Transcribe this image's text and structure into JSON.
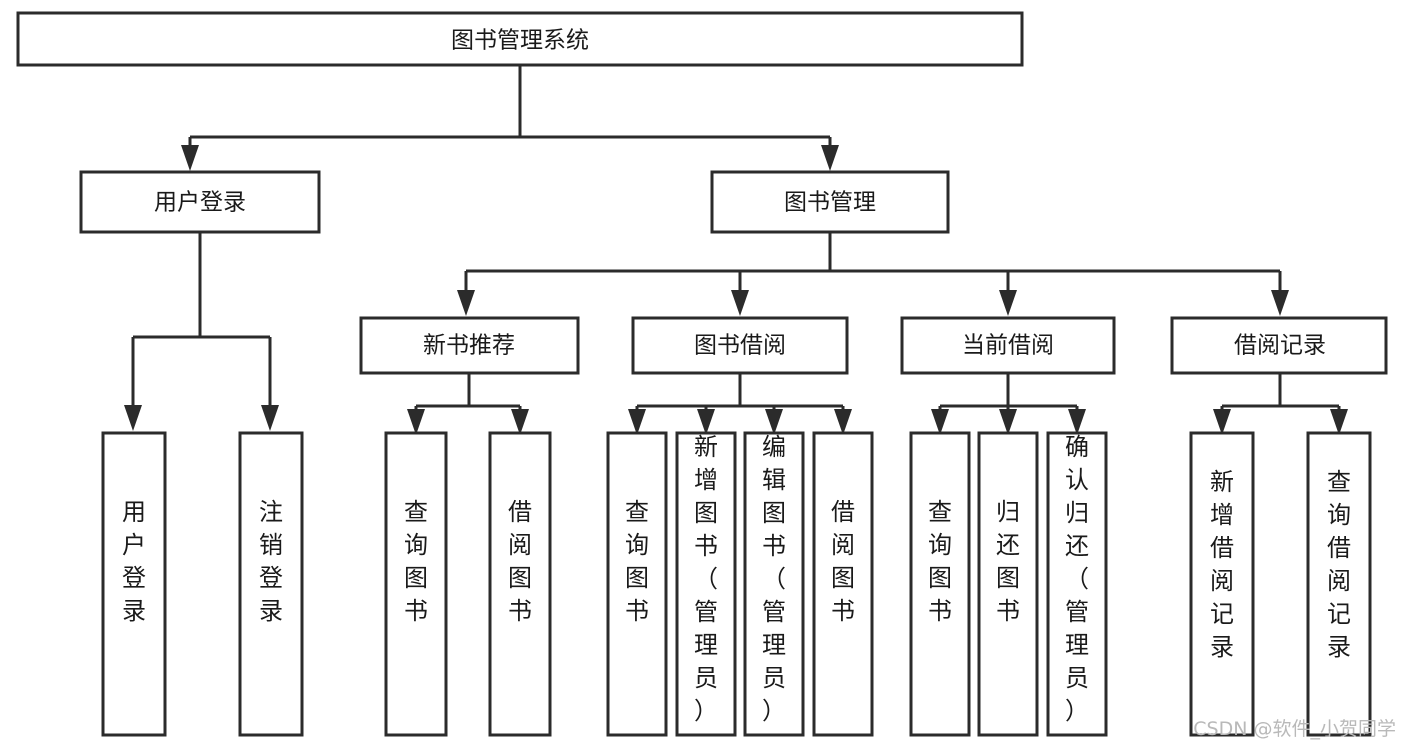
{
  "diagram": {
    "title": "图书管理系统",
    "type": "tree-hierarchy-diagram",
    "colors": {
      "stroke": "#2b2b2b",
      "box_fill": "#ffffff",
      "text": "#1a1a1a",
      "background": "#ffffff",
      "watermark": "#b9b9b9"
    },
    "root": {
      "label": "图书管理系统"
    },
    "level1": [
      {
        "label": "用户登录"
      },
      {
        "label": "图书管理"
      }
    ],
    "level2": [
      {
        "label": "新书推荐"
      },
      {
        "label": "图书借阅"
      },
      {
        "label": "当前借阅"
      },
      {
        "label": "借阅记录"
      }
    ],
    "leaves": {
      "user_login": [
        {
          "label": "用户登录"
        },
        {
          "label": "注销登录"
        }
      ],
      "new_book_recommend": [
        {
          "label": "查询图书"
        },
        {
          "label": "借阅图书"
        }
      ],
      "book_borrow": [
        {
          "label": "查询图书"
        },
        {
          "label": "新增图书（管理员）"
        },
        {
          "label": "编辑图书（管理员）"
        },
        {
          "label": "借阅图书"
        }
      ],
      "current_borrow": [
        {
          "label": "查询图书"
        },
        {
          "label": "归还图书"
        },
        {
          "label": "确认归还（管理员）"
        }
      ],
      "borrow_record": [
        {
          "label": "新增借阅记录"
        },
        {
          "label": "查询借阅记录"
        }
      ]
    }
  },
  "watermark": {
    "text": "CSDN @软件_小贺同学"
  }
}
